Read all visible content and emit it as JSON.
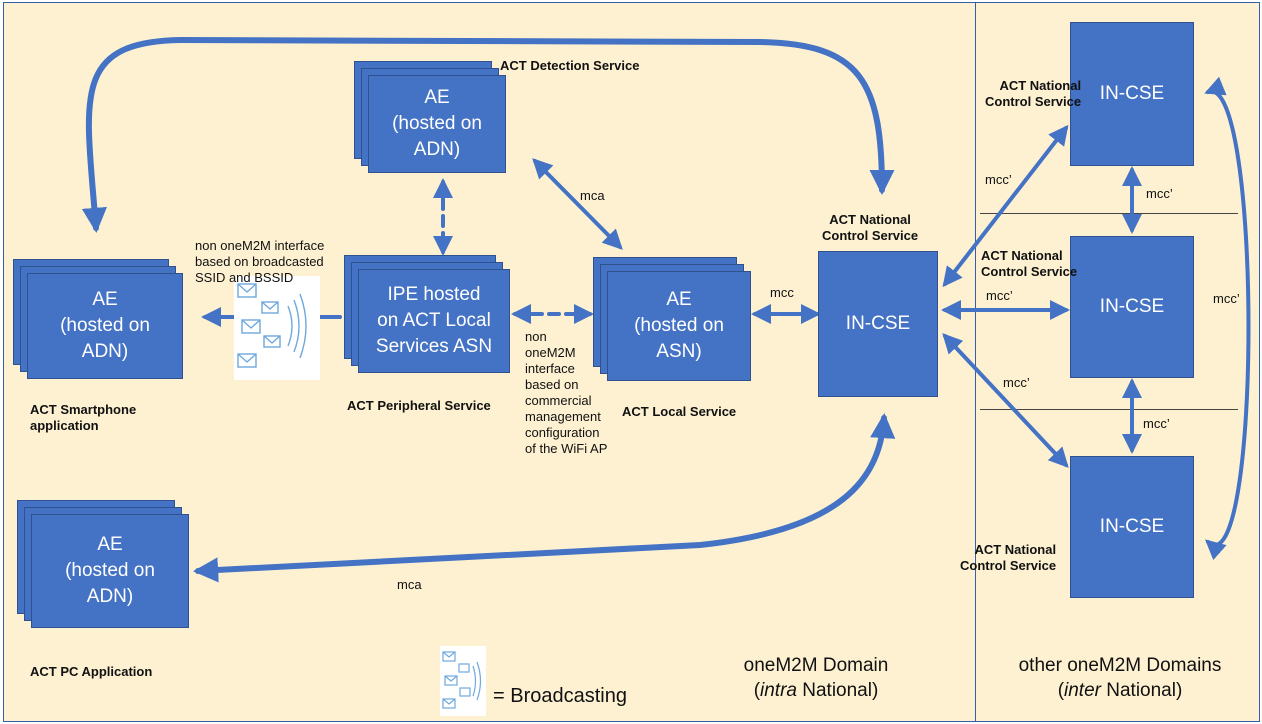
{
  "domain_left": {
    "line1": "oneM2M Domain",
    "line2_em": "intra",
    "line2_rest": " National)"
  },
  "domain_right": {
    "line1": "other oneM2M Domains",
    "line2_em": "inter",
    "line2_rest": " National)"
  },
  "boxes": {
    "ae_detection": "AE\n(hosted on\nADN)",
    "ae_smartphone": "AE\n(hosted on\nADN)",
    "ipe": "IPE hosted\non ACT Local\nServices ASN",
    "ae_local": "AE\n(hosted on\nASN)",
    "ae_pc": "AE\n(hosted on\nADN)",
    "incse_main": "IN-CSE",
    "incse_top": "IN-CSE",
    "incse_mid": "IN-CSE",
    "incse_bottom": "IN-CSE"
  },
  "labels": {
    "detection": "ACT Detection Service",
    "smartphone": "ACT Smartphone\napplication",
    "peripheral": "ACT Peripheral Service",
    "local": "ACT Local Service",
    "pc": "ACT PC Application",
    "national_main": "ACT National\nControl Service",
    "national_top": "ACT National\nControl Service",
    "national_mid": "ACT National\nControl Service",
    "national_bottom": "ACT National\nControl Service"
  },
  "texts": {
    "non_onem2m_bcast": "non oneM2M interface\nbased on broadcasted\nSSID and BSSID",
    "non_onem2m_wifi": "non\noneM2M\ninterface\nbased on\ncommercial\nmanagement\nconfiguration\nof the WiFi AP",
    "mca_top": "mca",
    "mcc": "mcc",
    "mca_bottom": "mca",
    "mcc_p_top": "mcc’",
    "mcc_p_right_top": "mcc’",
    "mcc_p_mid": "mcc’",
    "mcc_p_lower": "mcc’",
    "mcc_p_right_bottom": "mcc’",
    "mcc_p_far_right": "mcc’"
  },
  "legend": {
    "text": "= Broadcasting"
  },
  "colors": {
    "box": "#4472c4",
    "arrow": "#4472c4",
    "background": "#fdf1d2",
    "border": "#355fa8"
  }
}
